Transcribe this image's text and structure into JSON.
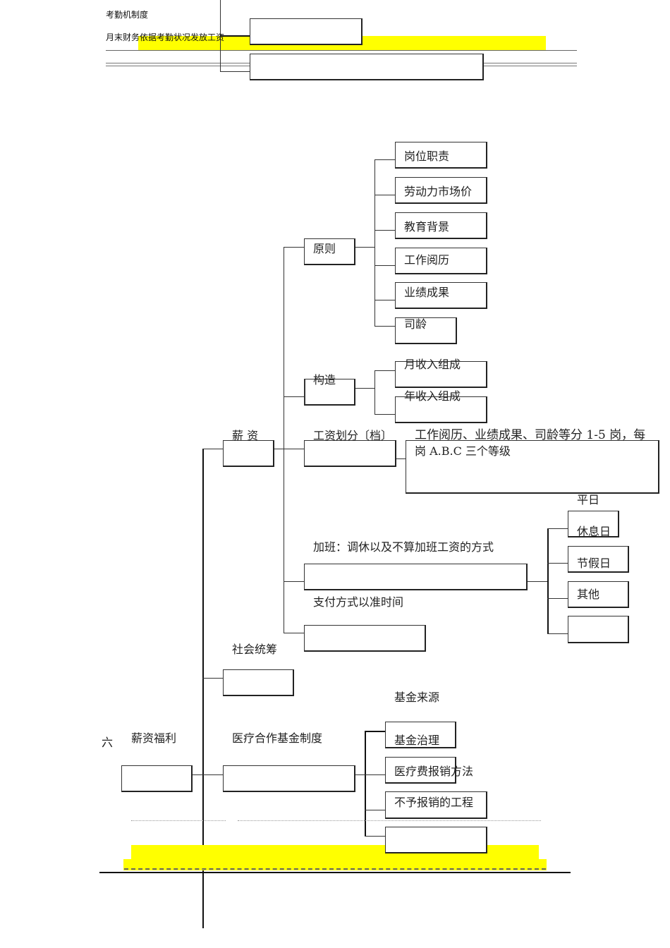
{
  "header": {
    "line1": "考勤机制度",
    "line2": "月末财务依据考勤状况发放工资"
  },
  "colors": {
    "highlight": "#ffff00",
    "line": "#333333"
  },
  "section": {
    "number": "六",
    "title": "薪资福利"
  },
  "salary": {
    "label": "薪 资",
    "principle": {
      "label": "原则",
      "items": [
        "岗位职责",
        "劳动力市场价",
        "教育背景",
        "工作阅历",
        "业绩成果",
        "司龄"
      ]
    },
    "structure": {
      "label": "构造",
      "items": [
        "月收入组成",
        "年收入组成"
      ]
    },
    "grading": {
      "label": "工资划分〔档〕",
      "description_line1": "工作阅历、业绩成果、司龄等分 1-5 岗，每",
      "description_line2": "岗 A.B.C 三个等级"
    },
    "overtime": {
      "label": "加班：调休以及不算加班工资的方式",
      "items": [
        "平日",
        "休息日",
        "节假日",
        "其他"
      ]
    },
    "payment": {
      "label": "支付方式以准时间"
    }
  },
  "social": {
    "label": "社会统筹"
  },
  "medical": {
    "label": "医疗合作基金制度",
    "items": [
      "基金来源",
      "基金治理",
      "医疗费报销方法",
      "不予报销的工程"
    ]
  }
}
